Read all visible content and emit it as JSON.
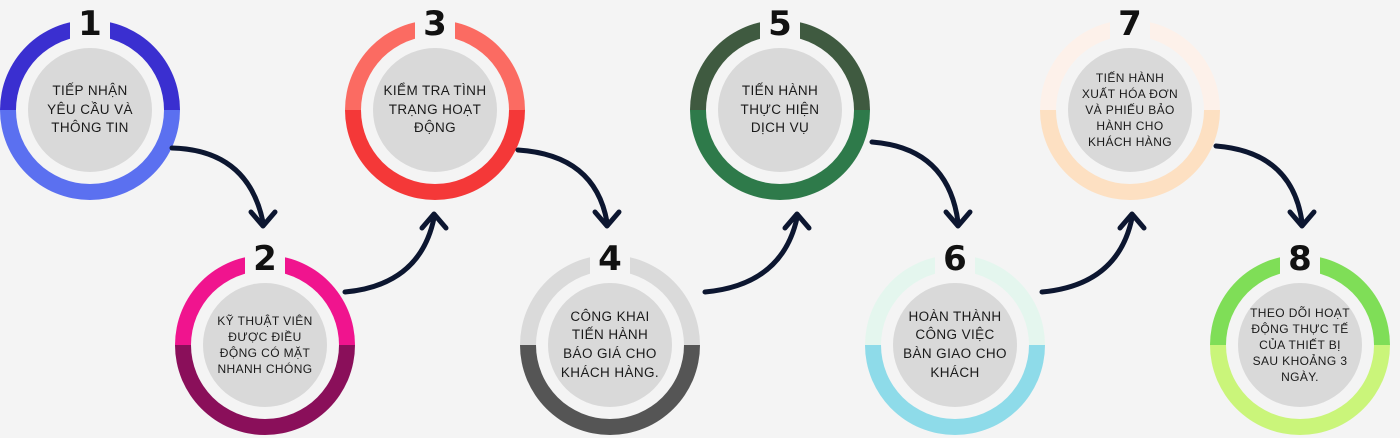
{
  "steps": [
    {
      "number": "1",
      "text": "TIẾP NHẬN YÊU CẦU VÀ THÔNG TIN",
      "top_color": "#3a2fd0",
      "bottom_color": "#5b70f0"
    },
    {
      "number": "2",
      "text": "KỸ THUẬT VIÊN ĐƯỢC ĐIỀU ĐỘNG CÓ MẶT NHANH CHÓNG",
      "top_color": "#f0148e",
      "bottom_color": "#8a0f5a"
    },
    {
      "number": "3",
      "text": "KIỂM TRA TÌNH TRẠNG HOẠT ĐỘNG",
      "top_color": "#fb6b62",
      "bottom_color": "#f43838"
    },
    {
      "number": "4",
      "text": "CÔNG KHAI TIẾN HÀNH BÁO GIÁ CHO KHÁCH HÀNG.",
      "top_color": "#dadada",
      "bottom_color": "#555555"
    },
    {
      "number": "5",
      "text": "TIẾN HÀNH THỰC HIỆN DỊCH VỤ",
      "top_color": "#3f5a40",
      "bottom_color": "#2e7a4a"
    },
    {
      "number": "6",
      "text": "HOÀN THÀNH CÔNG VIỆC BÀN GIAO CHO KHÁCH",
      "top_color": "#e4f6ee",
      "bottom_color": "#8edbe9"
    },
    {
      "number": "7",
      "text": "TIẾN HÀNH XUẤT HÓA ĐƠN VÀ PHIẾU BẢO HÀNH CHO KHÁCH HÀNG",
      "top_color": "#fdf1ea",
      "bottom_color": "#fde0c2"
    },
    {
      "number": "8",
      "text": "THEO DÕI HOẠT ĐỘNG THỰC TẾ CỦA THIẾT BỊ SAU KHOẢNG 3 NGÀY.",
      "top_color": "#7fde57",
      "bottom_color": "#caf57a"
    }
  ],
  "arrow_color": "#0c1630"
}
